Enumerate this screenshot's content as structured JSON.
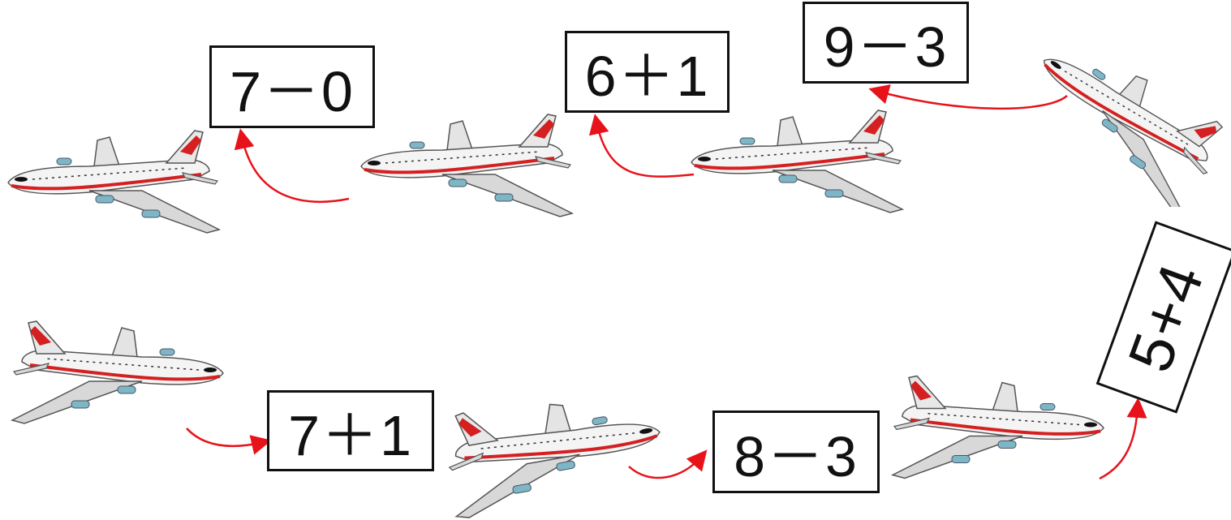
{
  "exercise": {
    "expressions": {
      "box_1": "7－0",
      "box_2": "6＋1",
      "box_3": "9－3",
      "box_4": "5+4",
      "box_5": "8－3",
      "box_6": "7＋1"
    },
    "colors": {
      "arrow": "#e8121b",
      "stripe": "#d42020",
      "box_border": "#111111",
      "fuselage": "#f4f4f4",
      "wing": "#d8d8d8",
      "engine": "#7fb6c6"
    }
  }
}
